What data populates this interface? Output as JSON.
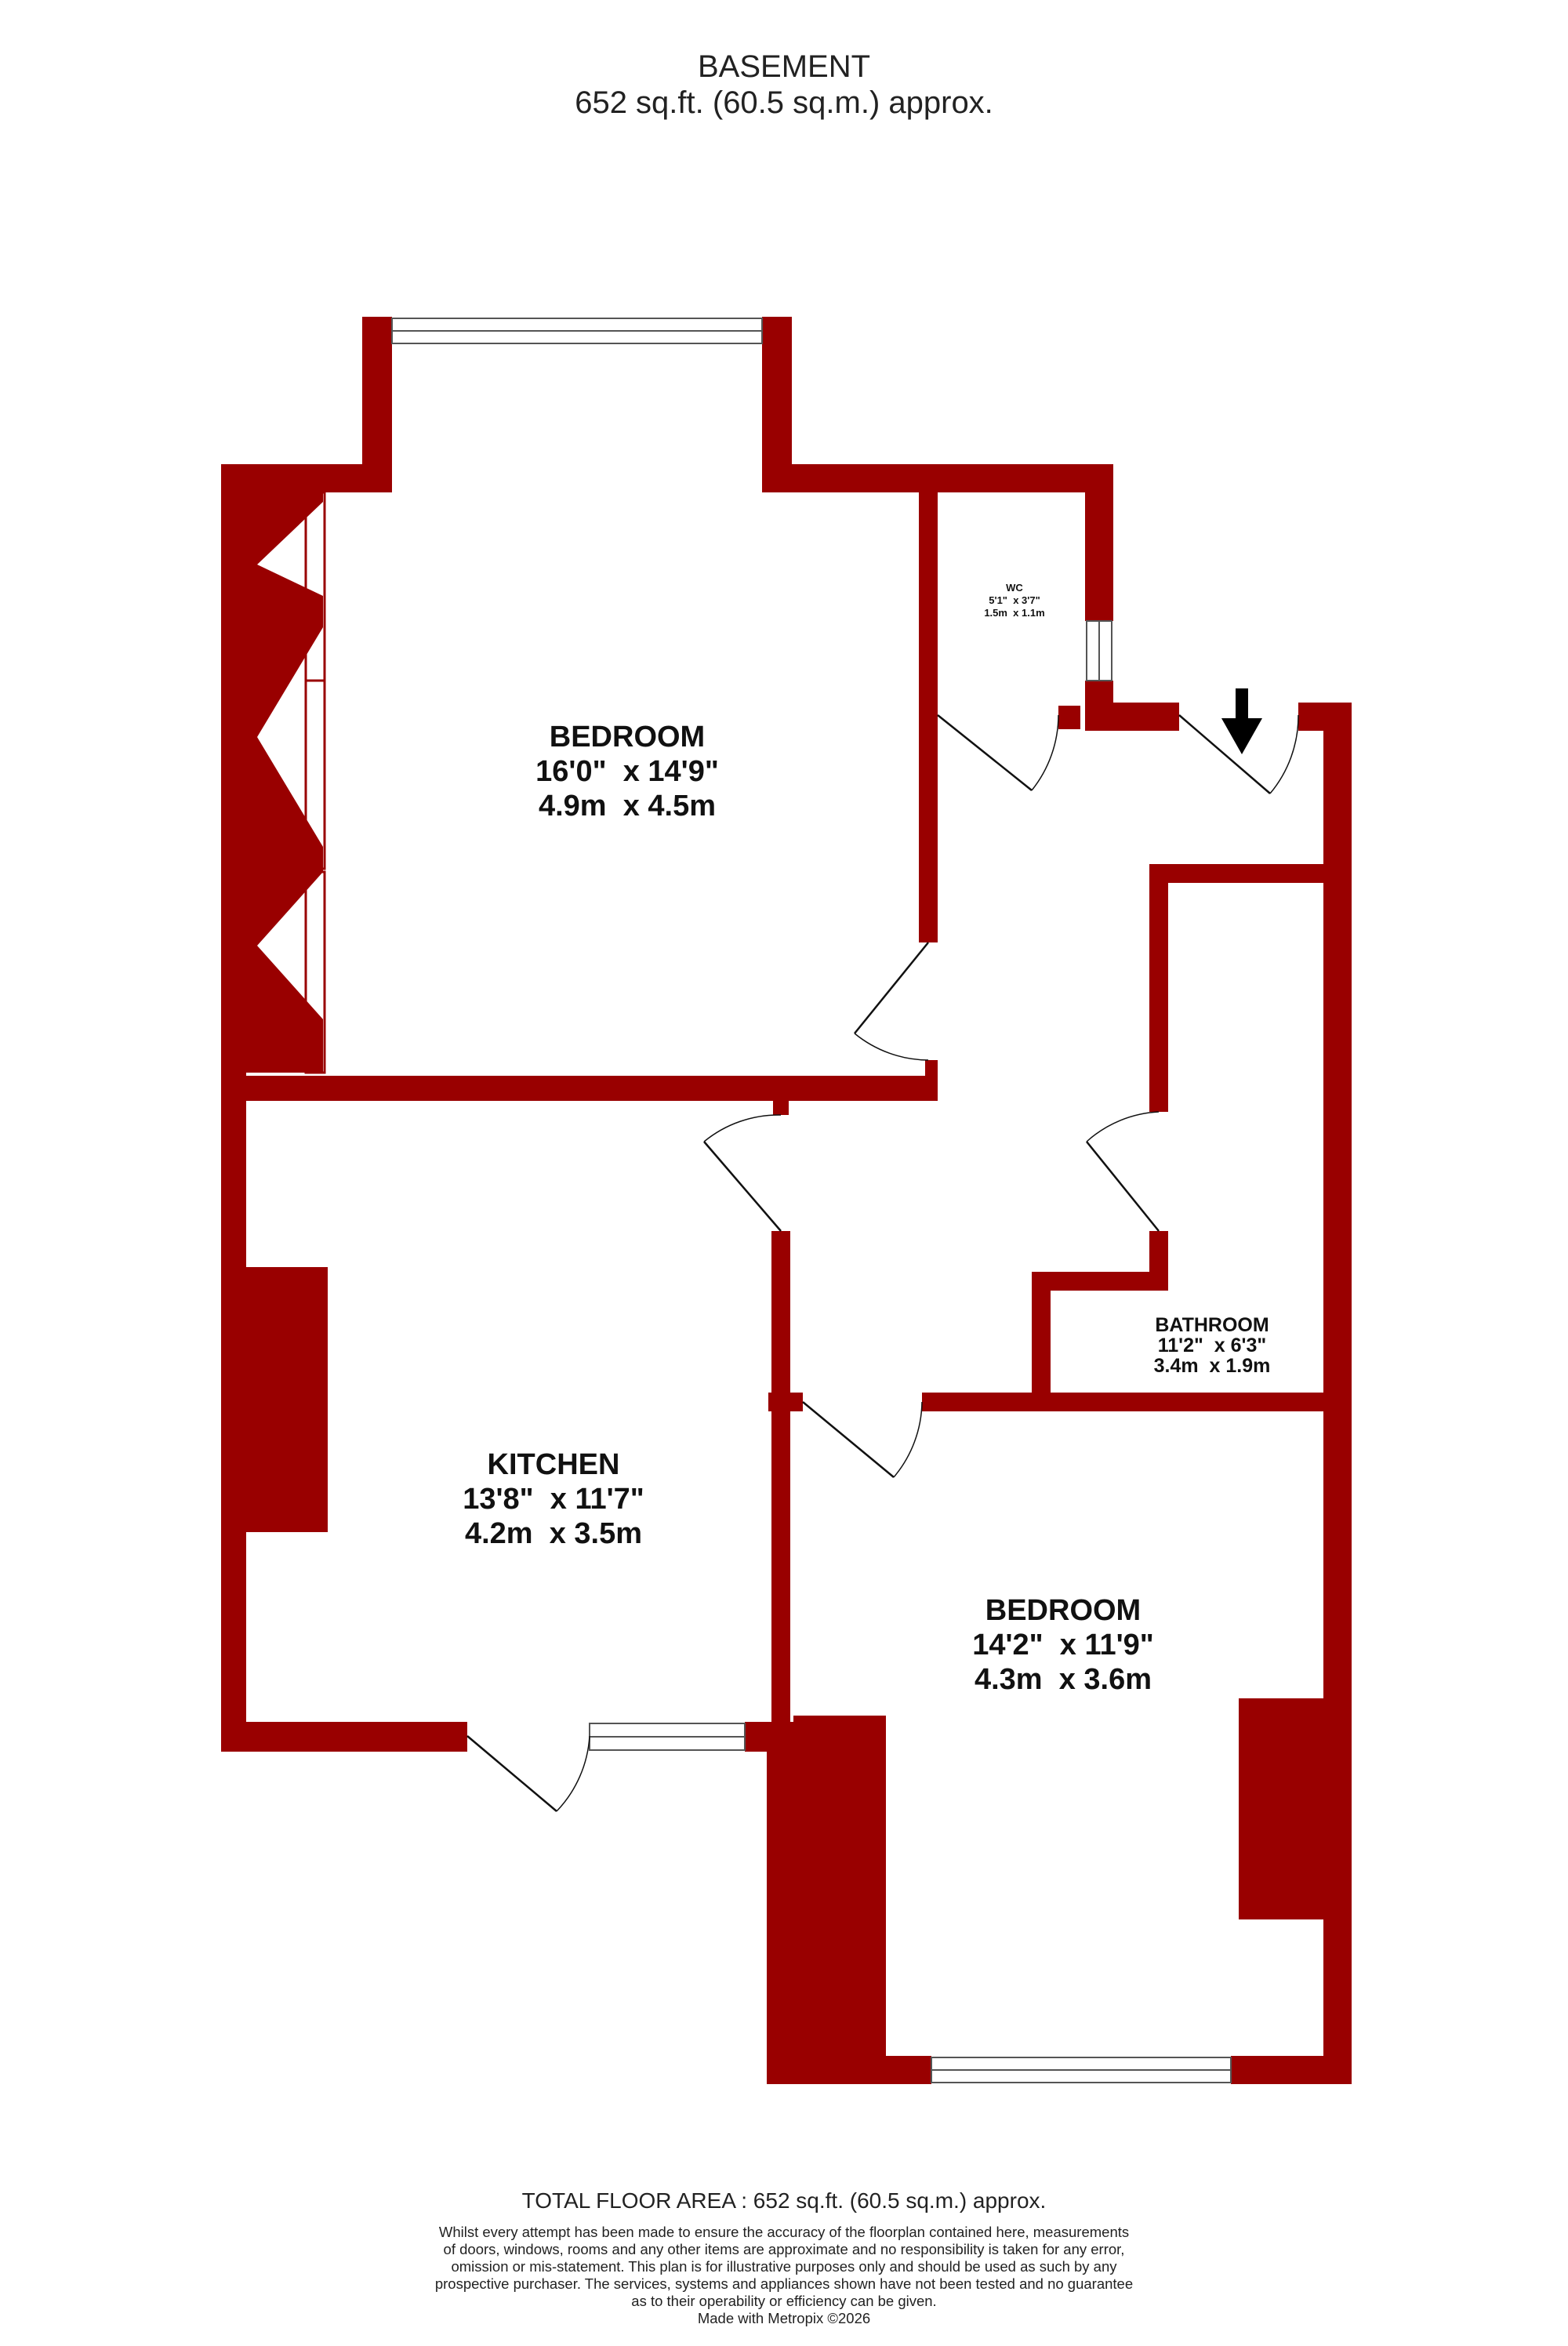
{
  "header": {
    "title": "BASEMENT",
    "area": "652 sq.ft. (60.5 sq.m.) approx."
  },
  "rooms": {
    "bedroom_top": {
      "name": "BEDROOM",
      "imperial": "16'0\"  x 14'9\"",
      "metric": "4.9m  x 4.5m"
    },
    "wc": {
      "name": "WC",
      "imperial": "5'1\"  x 3'7\"",
      "metric": "1.5m  x 1.1m"
    },
    "kitchen": {
      "name": "KITCHEN",
      "imperial": "13'8\"  x 11'7\"",
      "metric": "4.2m  x 3.5m"
    },
    "bathroom": {
      "name": "BATHROOM",
      "imperial": "11'2\"  x 6'3\"",
      "metric": "3.4m  x 1.9m"
    },
    "bedroom_bottom": {
      "name": "BEDROOM",
      "imperial": "14'2\"  x 11'9\"",
      "metric": "4.3m  x 3.6m"
    }
  },
  "colors": {
    "wall": "#990000",
    "window": "#ffffff",
    "door_line": "#111111",
    "arrow": "#000000"
  },
  "icons": {
    "entrance": "arrow-down-icon"
  },
  "footer": {
    "total_floor_area": "TOTAL FLOOR AREA : 652 sq.ft. (60.5 sq.m.) approx.",
    "disclaimer_lines": [
      "Whilst every attempt has been made to ensure the accuracy of the floorplan contained here, measurements",
      "of doors, windows, rooms and any other items are approximate and no responsibility is taken for any error,",
      "omission or mis-statement. This plan is for illustrative purposes only and should be used as such by any",
      "prospective purchaser. The services, systems and appliances shown have not been tested and no guarantee",
      "as to their operability or efficiency can be given.",
      "Made with Metropix ©2026"
    ]
  }
}
